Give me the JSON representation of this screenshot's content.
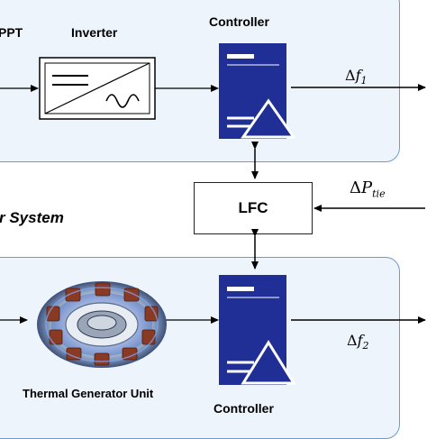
{
  "top_panel": {
    "mppt_label": "PPT",
    "inverter_label": "Inverter",
    "controller_label": "Controller",
    "output_label": {
      "delta": "Δ",
      "var": "f",
      "sub": "1"
    }
  },
  "middle": {
    "lfc_label": "LFC",
    "system_label": "r System",
    "tie_label": {
      "delta": "Δ",
      "var": "P",
      "sub": "tie"
    }
  },
  "bottom_panel": {
    "generator_label": "Thermal Generator Unit",
    "controller_label": "Controller",
    "output_label": {
      "delta": "Δ",
      "var": "f",
      "sub": "2"
    }
  },
  "icons": [
    "inverter-icon",
    "controller-icon",
    "generator-icon"
  ],
  "colors": {
    "panel_fill": "#eef4fb",
    "panel_border": "#6d9ad0",
    "controller_blue": "#1f2f96"
  }
}
